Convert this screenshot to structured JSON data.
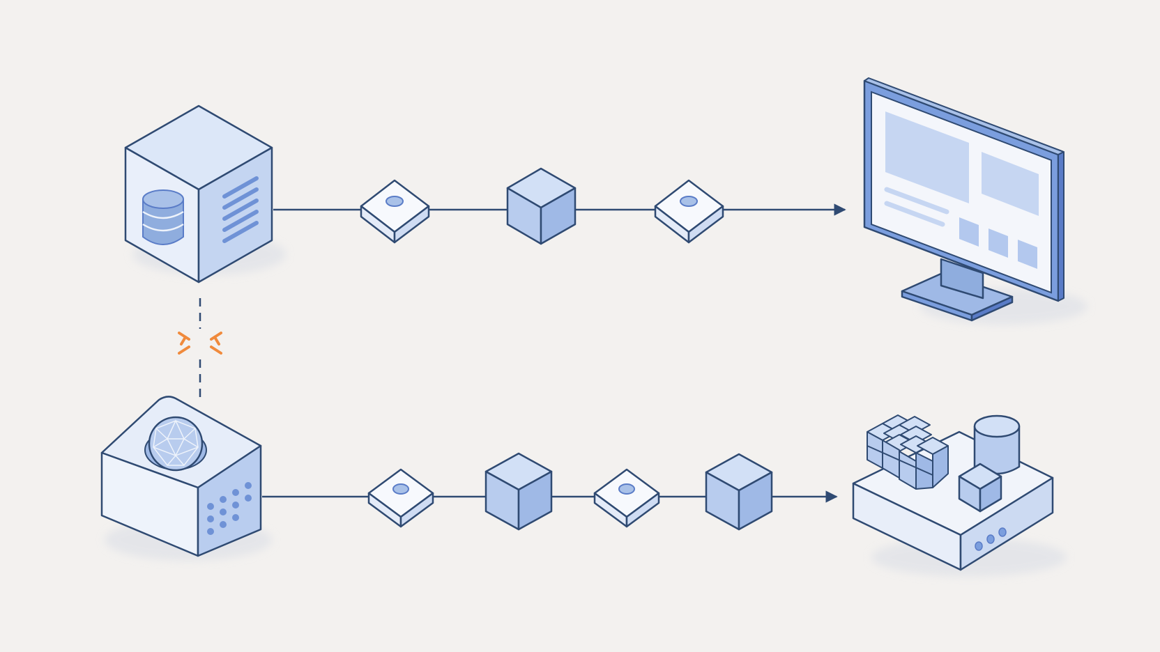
{
  "diagram": {
    "description_visible_text": [],
    "colors": {
      "background": "#f3f1ef",
      "outline": "#2f4a72",
      "face_top": "#dce7f8",
      "face_left": "#edf2fb",
      "face_right": "#b9cdef",
      "accent_fill": "#7b9ede",
      "accent_dark": "#5a7cc7",
      "disconnect": "#f08a3c",
      "screen": "#f4f6fb",
      "screen_panel": "#c6d6f2"
    },
    "nodes": [
      {
        "id": "server",
        "icon": "database-server-icon"
      },
      {
        "id": "monitor",
        "icon": "desktop-monitor-icon"
      },
      {
        "id": "sensor",
        "icon": "globe-sensor-device-icon"
      },
      {
        "id": "storage",
        "icon": "storage-platform-icon"
      }
    ],
    "flows": [
      {
        "from": "server",
        "to": "monitor",
        "steps": [
          "connector",
          "cube",
          "connector"
        ],
        "arrow": true
      },
      {
        "from": "sensor",
        "to": "storage",
        "steps": [
          "connector",
          "cube",
          "connector",
          "cube"
        ],
        "arrow": true
      }
    ],
    "links": [
      {
        "from": "server",
        "to": "sensor",
        "style": "dashed",
        "state": "disconnected"
      }
    ]
  }
}
